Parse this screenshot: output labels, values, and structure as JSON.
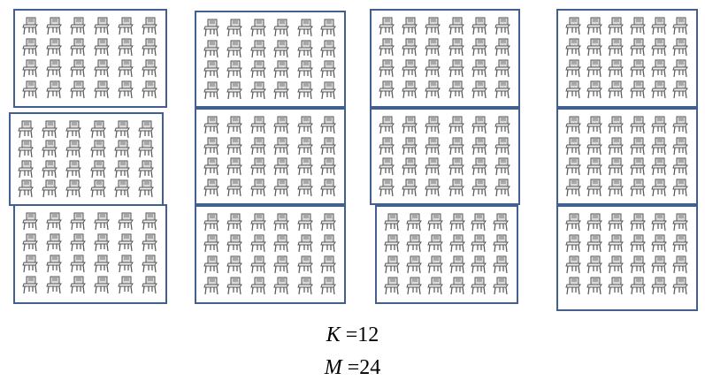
{
  "figure": {
    "columns": 4,
    "boxes_per_column": 3,
    "seat_grid": {
      "rows": 4,
      "cols": 6
    },
    "icon": "classroom-desk-chair-icon",
    "colors": {
      "box_border": "#41608f",
      "icon_stroke": "#555555",
      "icon_fill": "#d9d9d9"
    }
  },
  "equations": [
    {
      "var": "K",
      "op": "=",
      "value": "12"
    },
    {
      "var": "M",
      "op": "=",
      "value": "24"
    }
  ]
}
